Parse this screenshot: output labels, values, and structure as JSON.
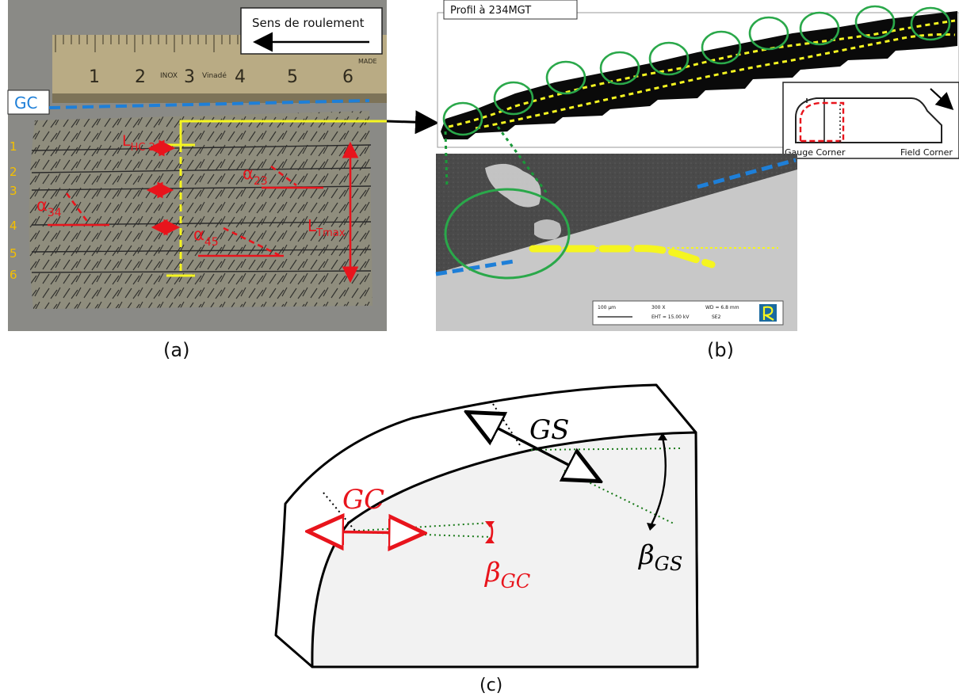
{
  "panel_a": {
    "direction_label": "Sens de roulement",
    "gc_label": "GC",
    "ruler_numbers": [
      "1",
      "2",
      "3",
      "4",
      "5",
      "6"
    ],
    "ruler_marks": [
      "INOX",
      "Vinadé",
      "MADE"
    ],
    "row_numbers": [
      "1",
      "2",
      "3",
      "4",
      "5",
      "6"
    ],
    "l_hc": {
      "base": "L",
      "sub": "HC 2"
    },
    "l_tmax": {
      "base": "L",
      "sub": "Tmax"
    },
    "alpha_23": {
      "base": "α",
      "sub": "23"
    },
    "alpha_34": {
      "base": "α",
      "sub": "34"
    },
    "alpha_45": {
      "base": "α",
      "sub": "45"
    },
    "caption": "(a)"
  },
  "panel_b": {
    "profile_label": "Profil à 234MGT",
    "gauge_corner_label": "Gauge Corner",
    "field_corner_label": "Field Corner",
    "scale_bar": "100 μm",
    "info_magnification": "300 X",
    "info_wd": "WD = 6.8 mm",
    "info_eht": "EHT = 15.00 kV",
    "info_detector": "SE2",
    "caption": "(b)"
  },
  "panel_c": {
    "gs_label": "GS",
    "gc_label": "GC",
    "beta_gc": {
      "base": "β",
      "sub": "GC"
    },
    "beta_gs": {
      "base": "β",
      "sub": "GS"
    },
    "caption": "(c)"
  },
  "colors": {
    "red": "#e8141c",
    "yellow": "#f5f520",
    "blue_dash": "#1e7fd8",
    "green_circle": "#2aa84a",
    "green_dotted": "#1a7a1a",
    "rail_face": "#f2f2f2"
  }
}
